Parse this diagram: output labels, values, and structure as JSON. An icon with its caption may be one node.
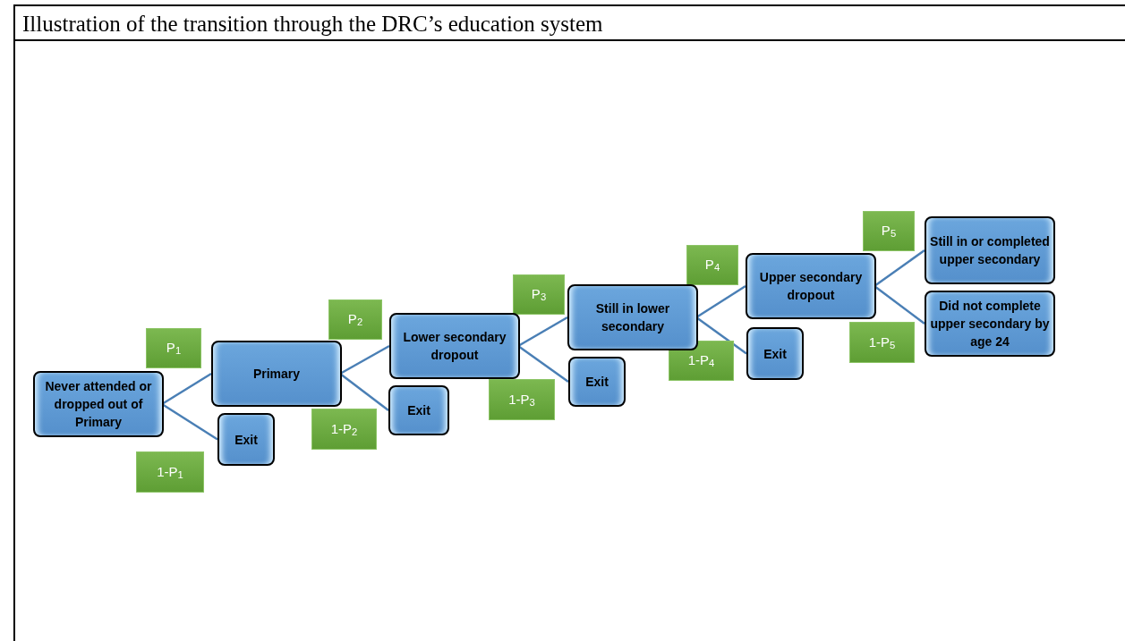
{
  "diagram": {
    "title": "Illustration of the transition through the DRC’s education system",
    "nodes": [
      {
        "text": [
          "Never attended or dropped out of Primary"
        ]
      },
      {
        "text": [
          "Primary"
        ]
      },
      {
        "text": [
          "Exit"
        ]
      },
      {
        "text": [
          "Lower secondary dropout"
        ]
      },
      {
        "text": [
          "Exit"
        ]
      },
      {
        "text": [
          "Still in lower secondary"
        ]
      },
      {
        "text": [
          "Exit"
        ]
      },
      {
        "text": [
          "Upper secondary dropout"
        ]
      },
      {
        "text": [
          "Exit"
        ]
      },
      {
        "text": [
          "Still in or completed upper secondary"
        ]
      },
      {
        "text": [
          "Did not complete upper secondary by age 24"
        ]
      }
    ],
    "edges": [
      {
        "from": 0,
        "to": 1,
        "arrow": "none",
        "label": "P$_{1}$"
      },
      {
        "from": 0,
        "to": 2,
        "arrow": "none",
        "label": "1-P$_{1}$"
      },
      {
        "from": 1,
        "to": 3,
        "arrow": "none",
        "label": "P$_{2}$"
      },
      {
        "from": 1,
        "to": 4,
        "arrow": "none",
        "label": "1-P$_{2}$"
      },
      {
        "from": 3,
        "to": 5,
        "arrow": "none",
        "label": "P$_{3}$"
      },
      {
        "from": 3,
        "to": 6,
        "arrow": "none",
        "label": "1-P$_{3}$"
      },
      {
        "from": 5,
        "to": 7,
        "arrow": "none",
        "label": "P$_{4}$"
      },
      {
        "from": 5,
        "to": 8,
        "arrow": "none",
        "label": "1-P$_{4}$"
      },
      {
        "from": 7,
        "to": 9,
        "arrow": "none",
        "label": "P$_{5}$"
      },
      {
        "from": 7,
        "to": 10,
        "arrow": "none",
        "label": "1-P$_{5}$"
      }
    ]
  }
}
